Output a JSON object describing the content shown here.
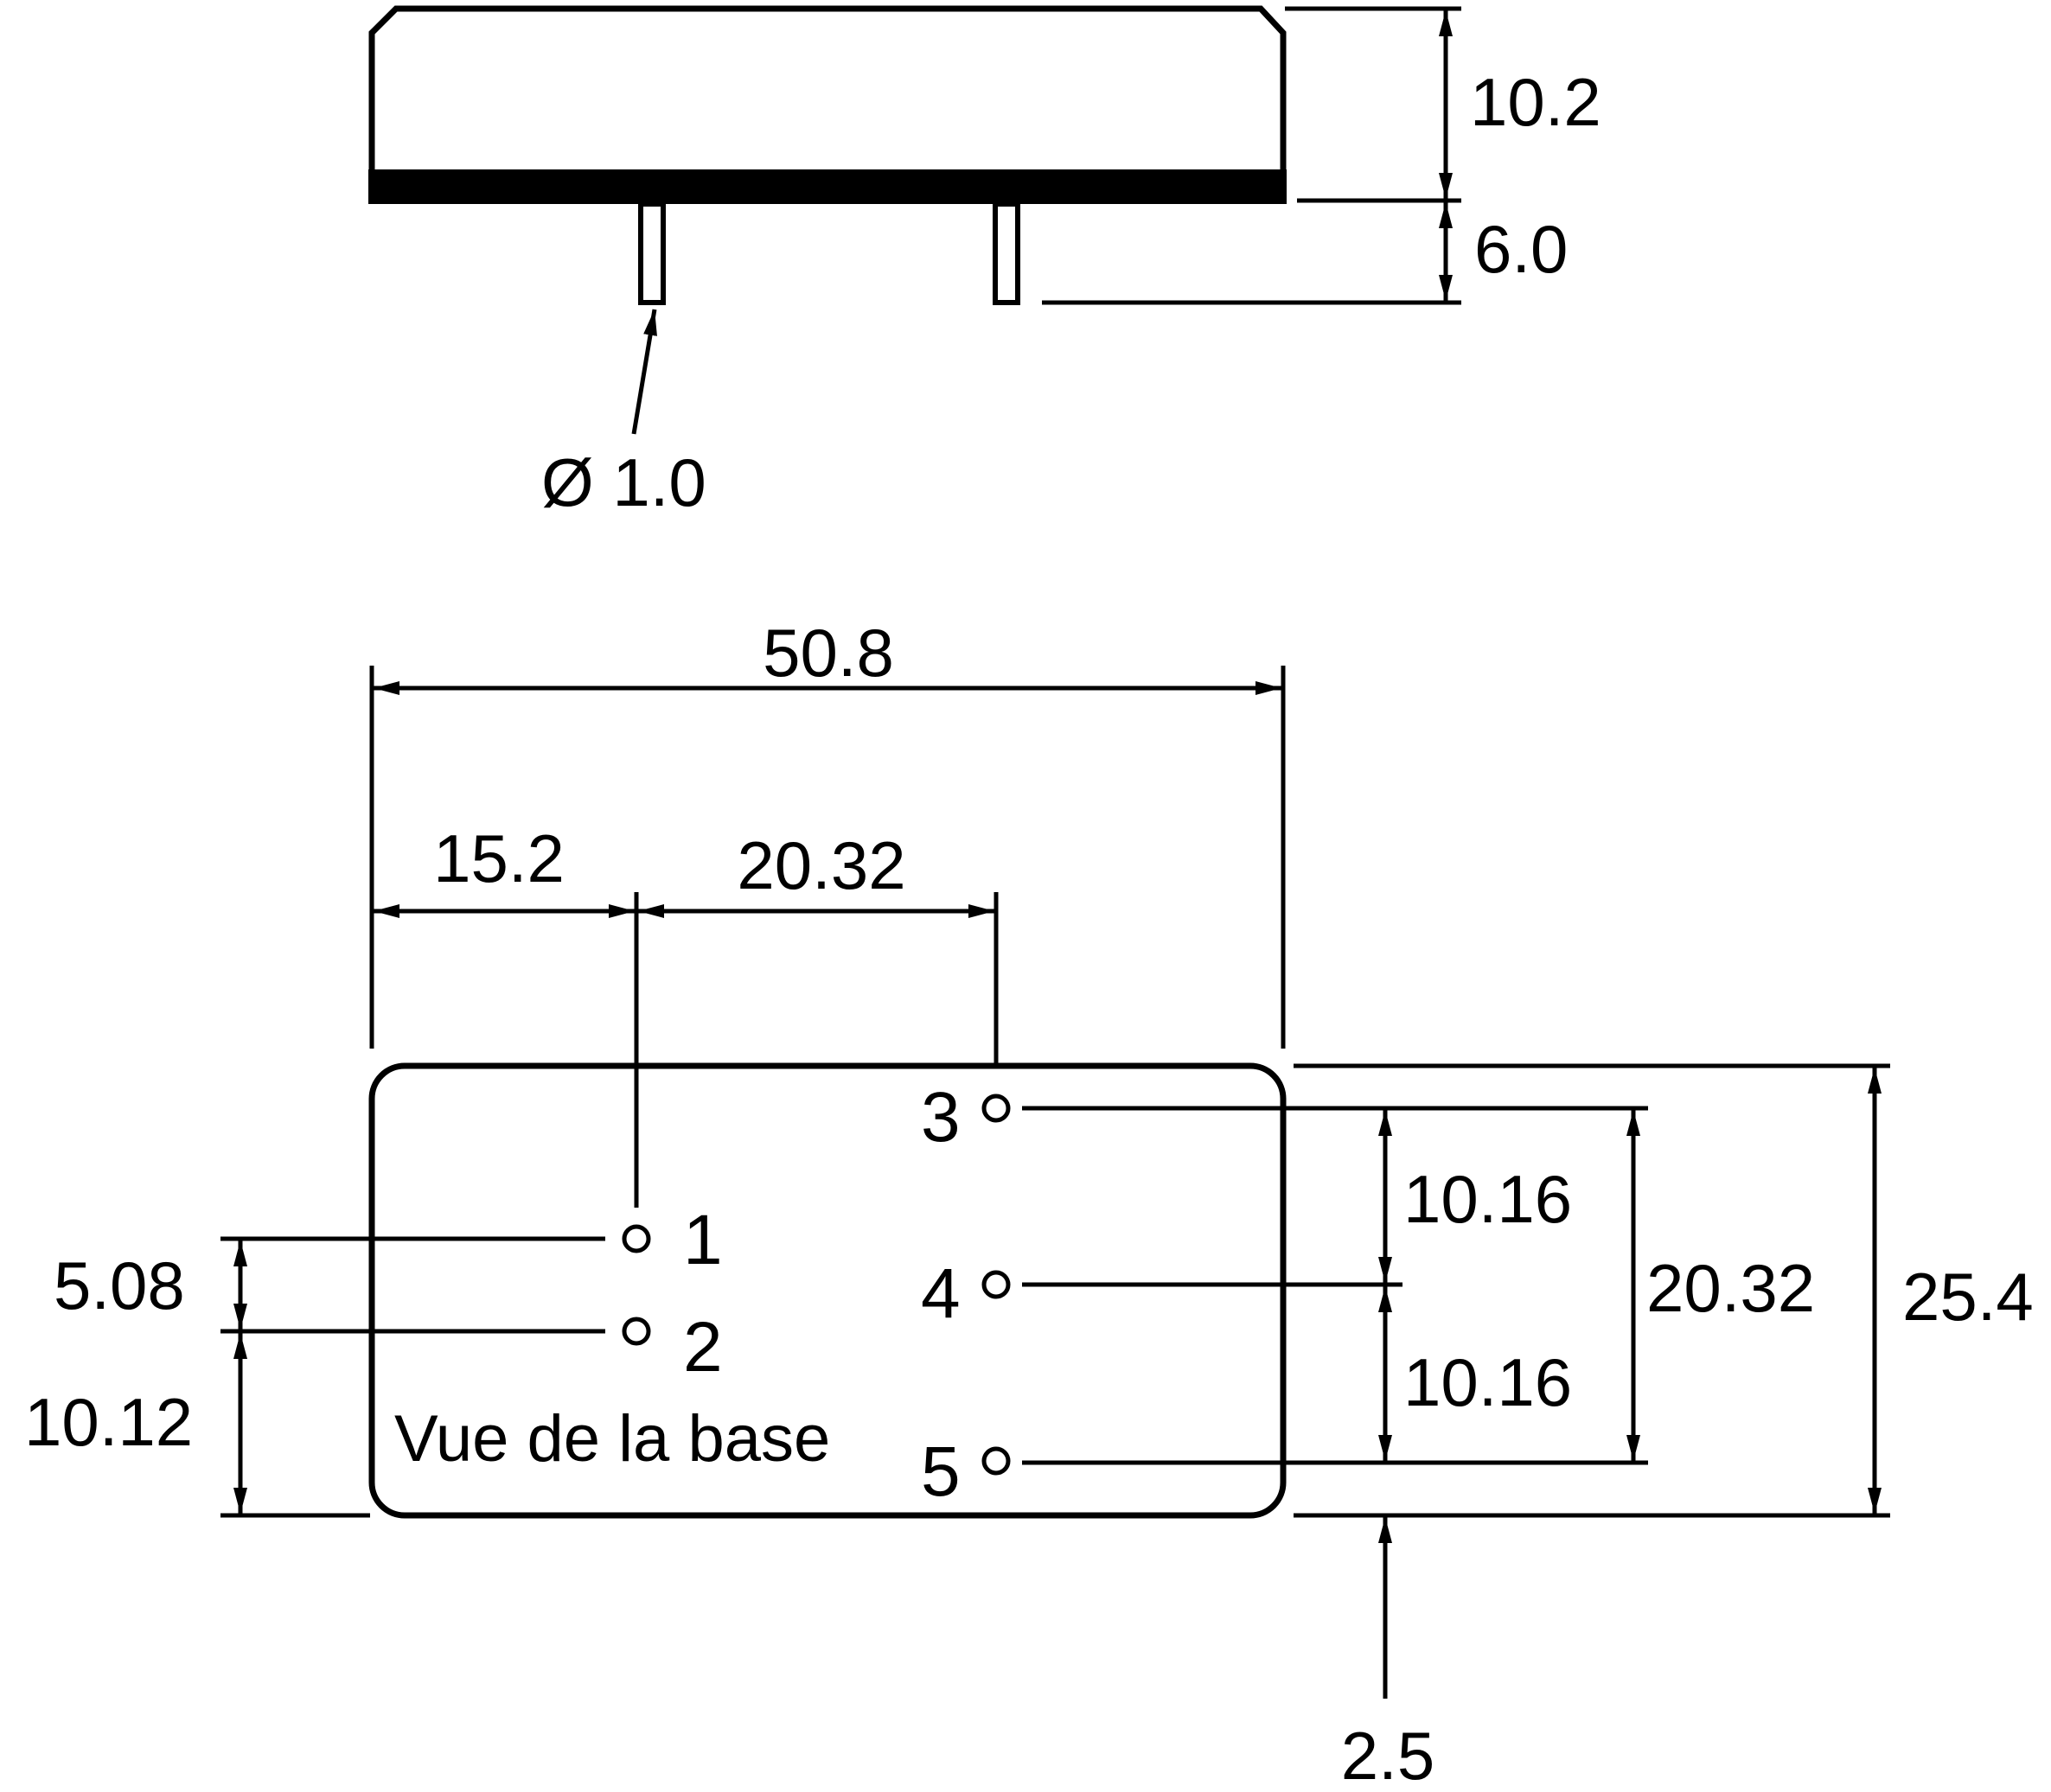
{
  "side_view": {
    "height_label": "10.2",
    "pin_length_label": "6.0",
    "pin_diameter_label": "Ø 1.0"
  },
  "base_view": {
    "total_width_label": "50.8",
    "pin1_offset_label": "15.2",
    "pin_spacing_label": "20.32",
    "pin_pitch_upper_label": "10.16",
    "pin_pitch_lower_label": "10.16",
    "pin3_to_pin5_label": "20.32",
    "total_height_label": "25.4",
    "pin1_to_pin2_label": "5.08",
    "pin2_to_bottom_label": "10.12",
    "pin5_to_bottom_label": "2.5",
    "caption": "Vue de la base",
    "pins": [
      {
        "number": "1"
      },
      {
        "number": "2"
      },
      {
        "number": "3"
      },
      {
        "number": "4"
      },
      {
        "number": "5"
      }
    ]
  },
  "colors": {
    "line": "#000000",
    "background": "#ffffff"
  }
}
